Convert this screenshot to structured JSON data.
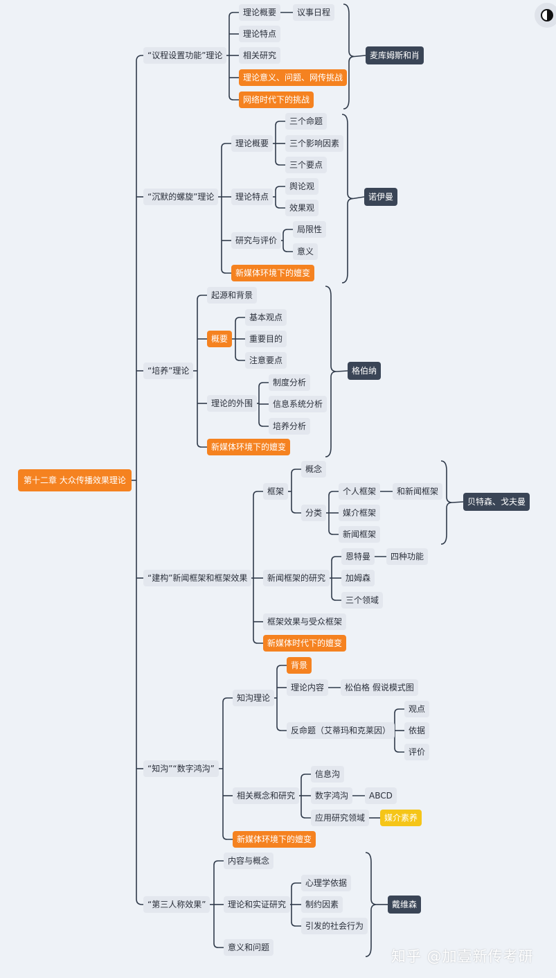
{
  "root": "第十二章 大众传播效果理论",
  "watermark": "知乎 @加壹新传考研",
  "colors": {
    "line": "#2f3a4a",
    "orange": "#f58220",
    "yellow": "#f5c518",
    "dark": "#3a4556",
    "background": "#eef2f7"
  },
  "icons": {
    "theme_toggle": "half-circle-contrast-icon"
  },
  "branches": [
    {
      "label": "“议程设置功能”理论",
      "person": "麦库姆斯和肖",
      "children": [
        {
          "label": "理论概要",
          "children": [
            {
              "label": "议事日程"
            }
          ]
        },
        {
          "label": "理论特点"
        },
        {
          "label": "相关研究"
        },
        {
          "label": "理论意义、问题、网传挑战",
          "style": "orange"
        },
        {
          "label": "网络时代下的挑战",
          "style": "orange"
        }
      ]
    },
    {
      "label": "“沉默的螺旋”理论",
      "person": "诺伊曼",
      "children": [
        {
          "label": "理论概要",
          "children": [
            {
              "label": "三个命题"
            },
            {
              "label": "三个影响因素"
            },
            {
              "label": "三个要点"
            }
          ]
        },
        {
          "label": "理论特点",
          "children": [
            {
              "label": "舆论观"
            },
            {
              "label": "效果观"
            }
          ]
        },
        {
          "label": "研究与评价",
          "children": [
            {
              "label": "局限性"
            },
            {
              "label": "意义"
            }
          ]
        },
        {
          "label": "新媒体环境下的嬗变",
          "style": "orange"
        }
      ]
    },
    {
      "label": "“培养”理论",
      "person": "格伯纳",
      "children": [
        {
          "label": "起源和背景"
        },
        {
          "label": "概要",
          "style": "orange",
          "children": [
            {
              "label": "基本观点"
            },
            {
              "label": "重要目的"
            },
            {
              "label": "注意要点"
            }
          ]
        },
        {
          "label": "理论的外围",
          "children": [
            {
              "label": "制度分析"
            },
            {
              "label": "信息系统分析"
            },
            {
              "label": "培养分析"
            }
          ]
        },
        {
          "label": "新媒体环境下的嬗变",
          "style": "orange"
        }
      ]
    },
    {
      "label": "“建构”新闻框架和框架效果",
      "person": "贝特森、戈夫曼",
      "children": [
        {
          "label": "框架",
          "children": [
            {
              "label": "概念"
            },
            {
              "label": "分类",
              "children": [
                {
                  "label": "个人框架",
                  "children": [
                    {
                      "label": "和新闻框架"
                    }
                  ]
                },
                {
                  "label": "媒介框架"
                },
                {
                  "label": "新闻框架"
                }
              ]
            }
          ]
        },
        {
          "label": "新闻框架的研究",
          "children": [
            {
              "label": "恩特曼",
              "children": [
                {
                  "label": "四种功能"
                }
              ]
            },
            {
              "label": "加姆森"
            },
            {
              "label": "三个领域"
            }
          ]
        },
        {
          "label": "框架效果与受众框架"
        },
        {
          "label": "新媒体时代下的嬗变",
          "style": "orange"
        }
      ]
    },
    {
      "label": "“知沟”“数字鸿沟”",
      "children": [
        {
          "label": "知沟理论",
          "children": [
            {
              "label": "背景",
              "style": "orange"
            },
            {
              "label": "理论内容",
              "children": [
                {
                  "label": "松伯格 假说模式图"
                }
              ]
            },
            {
              "label": "反命题（艾蒂玛和克莱因）",
              "children": [
                {
                  "label": "观点"
                },
                {
                  "label": "依据"
                },
                {
                  "label": "评价"
                }
              ]
            }
          ]
        },
        {
          "label": "相关概念和研究",
          "children": [
            {
              "label": "信息沟"
            },
            {
              "label": "数字鸿沟",
              "children": [
                {
                  "label": "ABCD"
                }
              ]
            },
            {
              "label": "应用研究领域",
              "children": [
                {
                  "label": "媒介素养",
                  "style": "yellow"
                }
              ]
            }
          ]
        },
        {
          "label": "新媒体环境下的嬗变",
          "style": "orange"
        }
      ]
    },
    {
      "label": "“第三人称效果”",
      "person": "戴维森",
      "children": [
        {
          "label": "内容与概念"
        },
        {
          "label": "理论和实证研究",
          "children": [
            {
              "label": "心理学依据"
            },
            {
              "label": "制约因素"
            },
            {
              "label": "引发的社会行为"
            }
          ]
        },
        {
          "label": "意义和问题"
        }
      ]
    }
  ]
}
